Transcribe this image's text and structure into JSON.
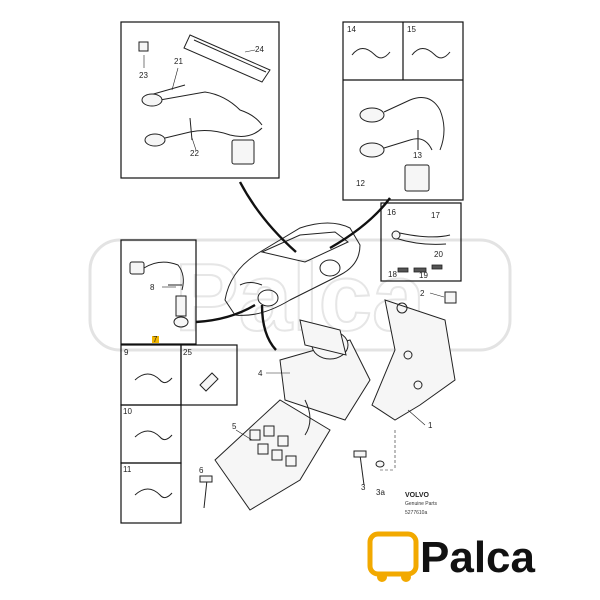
{
  "labels": {
    "l1": "1",
    "l2": "2",
    "l3": "3",
    "l3a": "3a",
    "l4": "4",
    "l5": "5",
    "l6": "6",
    "l7": "7",
    "l8": "8",
    "l9": "9",
    "l10": "10",
    "l11": "11",
    "l12": "12",
    "l13": "13",
    "l14": "14",
    "l15": "15",
    "l16": "16",
    "l17": "17",
    "l18": "18",
    "l19": "19",
    "l20": "20",
    "l21": "21",
    "l22": "22",
    "l23": "23",
    "l24": "24",
    "l25": "25"
  },
  "brand": {
    "name": "VOLVO",
    "line1": "Genuine Parts",
    "code": "5277610a"
  },
  "logo": {
    "text": "Palca"
  },
  "watermark": {
    "text": "Palca"
  },
  "colors": {
    "highlight": "#f2b600",
    "logo_accent": "#f2a900",
    "ink": "#111111"
  }
}
